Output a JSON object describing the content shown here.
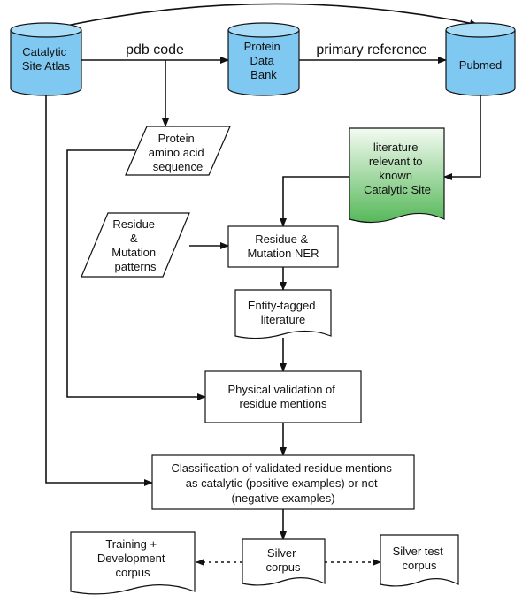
{
  "nodes": {
    "csa": {
      "lines": [
        "Catalytic",
        "Site Atlas"
      ]
    },
    "pdb": {
      "lines": [
        "Protein",
        "Data",
        "Bank"
      ]
    },
    "pubmed": {
      "lines": [
        "Pubmed"
      ]
    },
    "sequence": {
      "lines": [
        "Protein",
        "amino acid",
        "sequence"
      ]
    },
    "literature": {
      "lines": [
        "literature",
        "relevant to",
        "known",
        "Catalytic Site"
      ]
    },
    "patterns": {
      "lines": [
        "Residue",
        "&",
        "Mutation",
        "patterns"
      ]
    },
    "ner": {
      "lines": [
        "Residue &",
        "Mutation NER"
      ]
    },
    "tagged": {
      "lines": [
        "Entity-tagged",
        "literature"
      ]
    },
    "validation": {
      "lines": [
        "Physical validation of",
        "residue mentions"
      ]
    },
    "classification": {
      "lines": [
        "Classification of validated residue mentions",
        "as catalytic (positive examples) or not",
        "(negative examples)"
      ]
    },
    "training": {
      "lines": [
        "Training +",
        "Development",
        "corpus"
      ]
    },
    "silver": {
      "lines": [
        "Silver",
        "corpus"
      ]
    },
    "silvertest": {
      "lines": [
        "Silver test",
        "corpus"
      ]
    }
  },
  "edges": {
    "pdb_code": "pdb code",
    "primary_reference": "primary reference"
  },
  "colors": {
    "cylinder_body": "#7fc8f2",
    "cylinder_top": "#a9dcf7",
    "literature_gradient_top": "#f4fbf2",
    "literature_gradient_bottom": "#56b85a"
  }
}
